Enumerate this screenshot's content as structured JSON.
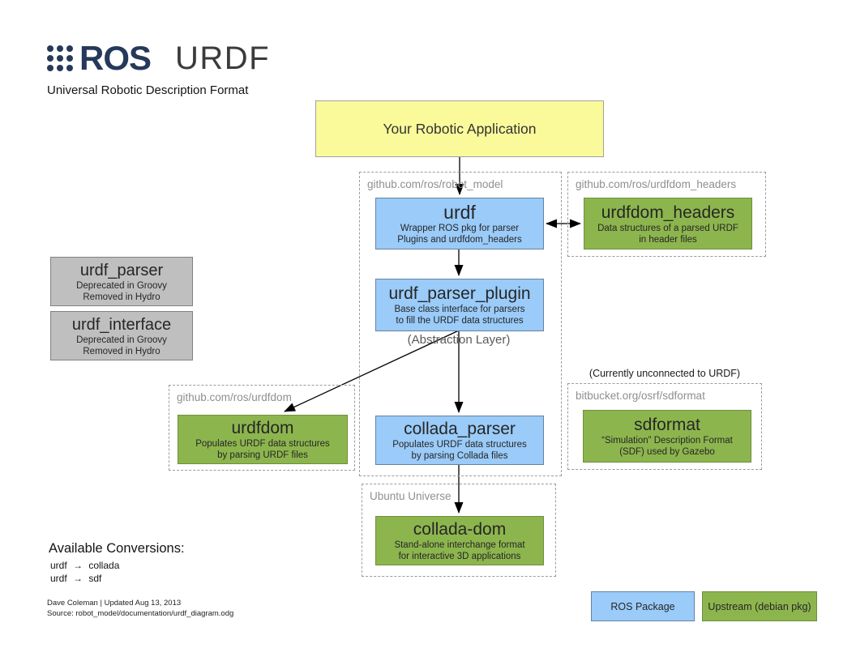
{
  "header": {
    "logo_text": "ROS",
    "title": "URDF",
    "subtitle": "Universal Robotic Description Format"
  },
  "app_box": {
    "label": "Your Robotic Application"
  },
  "groups": {
    "robot_model": {
      "label": "github.com/ros/robot_model"
    },
    "urdfdom_headers": {
      "label": "github.com/ros/urdfdom_headers"
    },
    "urdfdom": {
      "label": "github.com/ros/urdfdom"
    },
    "sdformat": {
      "label": "bitbucket.org/osrf/sdformat",
      "note": "(Currently unconnected to URDF)"
    },
    "ubuntu_universe": {
      "label": "Ubuntu Universe"
    }
  },
  "nodes": {
    "urdf": {
      "title": "urdf",
      "desc1": "Wrapper ROS pkg for parser",
      "desc2": "Plugins and urdfdom_headers"
    },
    "urdfdom_headers": {
      "title": "urdfdom_headers",
      "desc1": "Data structures of a parsed URDF",
      "desc2": "in header files"
    },
    "urdf_parser": {
      "title": "urdf_parser",
      "desc1": "Deprecated in Groovy",
      "desc2": "Removed in Hydro"
    },
    "urdf_interface": {
      "title": "urdf_interface",
      "desc1": "Deprecated in Groovy",
      "desc2": "Removed in Hydro"
    },
    "urdf_parser_plugin": {
      "title": "urdf_parser_plugin",
      "desc1": "Base class interface for parsers",
      "desc2": "to fill the URDF data structures"
    },
    "urdfdom": {
      "title": "urdfdom",
      "desc1": "Populates URDF data structures",
      "desc2": "by parsing URDF files"
    },
    "collada_parser": {
      "title": "collada_parser",
      "desc1": "Populates URDF data structures",
      "desc2": "by parsing Collada files"
    },
    "sdformat": {
      "title": "sdformat",
      "desc1": "“Simulation” Description Format",
      "desc2": "(SDF) used by Gazebo"
    },
    "collada_dom": {
      "title": "collada-dom",
      "desc1": "Stand-alone interchange format",
      "desc2": "for interactive 3D applications"
    }
  },
  "annotations": {
    "abstraction_layer": "(Abstraction Layer)"
  },
  "conversions": {
    "title": "Available Conversions:",
    "items": [
      "urdf → collada",
      "urdf → sdf"
    ]
  },
  "footer": {
    "line1": "Dave Coleman | Updated Aug 13, 2013",
    "line2": "Source: robot_model/documentation/urdf_diagram.odg"
  },
  "legend": {
    "ros_package": "ROS Package",
    "upstream": "Upstream (debian pkg)"
  },
  "colors": {
    "ros_navy": "#26395B",
    "blue_fill": "#9ACBF9",
    "green_fill": "#8DB54E",
    "gray_fill": "#BFBFBF",
    "yellow_fill": "#FAFA9B"
  }
}
